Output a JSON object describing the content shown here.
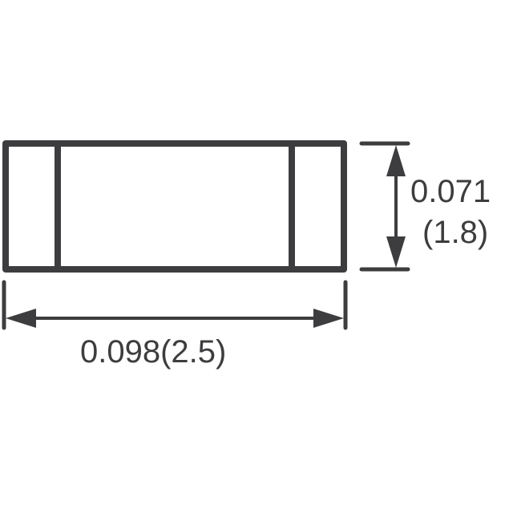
{
  "diagram": {
    "type": "component-outline-dimension-drawing",
    "stroke_color": "#3d3d3f",
    "background": "#ffffff",
    "height_dimension": {
      "inches": "0.071",
      "mm": "(1.8)"
    },
    "width_dimension": {
      "label": "0.098(2.5)"
    }
  }
}
